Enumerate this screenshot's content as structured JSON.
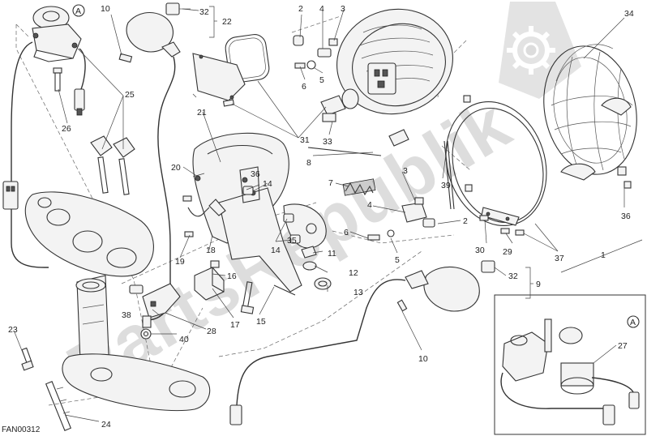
{
  "diagram": {
    "code": "FAN00312",
    "watermark": "PartsRepublik",
    "detail_label": "A",
    "callouts": [
      {
        "id": "c1",
        "text": "1"
      },
      {
        "id": "c2a",
        "text": "2"
      },
      {
        "id": "c2b",
        "text": "2"
      },
      {
        "id": "c3a",
        "text": "3"
      },
      {
        "id": "c3b",
        "text": "3"
      },
      {
        "id": "c4a",
        "text": "4"
      },
      {
        "id": "c4b",
        "text": "4"
      },
      {
        "id": "c5a",
        "text": "5"
      },
      {
        "id": "c5b",
        "text": "5"
      },
      {
        "id": "c6a",
        "text": "6"
      },
      {
        "id": "c6b",
        "text": "6"
      },
      {
        "id": "c7",
        "text": "7"
      },
      {
        "id": "c8",
        "text": "8"
      },
      {
        "id": "c9",
        "text": "9"
      },
      {
        "id": "c10a",
        "text": "10"
      },
      {
        "id": "c10b",
        "text": "10"
      },
      {
        "id": "c11",
        "text": "11"
      },
      {
        "id": "c12",
        "text": "12"
      },
      {
        "id": "c13",
        "text": "13"
      },
      {
        "id": "c14a",
        "text": "14"
      },
      {
        "id": "c14b",
        "text": "14"
      },
      {
        "id": "c15",
        "text": "15"
      },
      {
        "id": "c16",
        "text": "16"
      },
      {
        "id": "c17",
        "text": "17"
      },
      {
        "id": "c18",
        "text": "18"
      },
      {
        "id": "c19",
        "text": "19"
      },
      {
        "id": "c20",
        "text": "20"
      },
      {
        "id": "c21",
        "text": "21"
      },
      {
        "id": "c22",
        "text": "22"
      },
      {
        "id": "c23",
        "text": "23"
      },
      {
        "id": "c24",
        "text": "24"
      },
      {
        "id": "c25",
        "text": "25"
      },
      {
        "id": "c26",
        "text": "26"
      },
      {
        "id": "c27",
        "text": "27"
      },
      {
        "id": "c28",
        "text": "28"
      },
      {
        "id": "c29",
        "text": "29"
      },
      {
        "id": "c30",
        "text": "30"
      },
      {
        "id": "c31",
        "text": "31"
      },
      {
        "id": "c32a",
        "text": "32"
      },
      {
        "id": "c32b",
        "text": "32"
      },
      {
        "id": "c33",
        "text": "33"
      },
      {
        "id": "c34",
        "text": "34"
      },
      {
        "id": "c35",
        "text": "35"
      },
      {
        "id": "c36a",
        "text": "36"
      },
      {
        "id": "c36b",
        "text": "36"
      },
      {
        "id": "c37",
        "text": "37"
      },
      {
        "id": "c38",
        "text": "38"
      },
      {
        "id": "c39",
        "text": "39"
      },
      {
        "id": "c40",
        "text": "40"
      }
    ]
  }
}
